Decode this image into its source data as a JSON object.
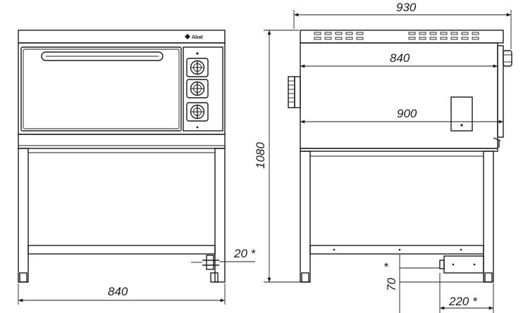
{
  "front_view": {
    "brand": "Abat",
    "width_dim": "840",
    "leg_dim": "20 *"
  },
  "side_view": {
    "overall_depth_dim": "930",
    "inner_depth_dim": "840",
    "mid_depth_dim": "900",
    "height_dim": "1080",
    "bottom_offset_dim": "70",
    "bottom_offset_mark": "*",
    "box_offset_dim": "220 *"
  }
}
